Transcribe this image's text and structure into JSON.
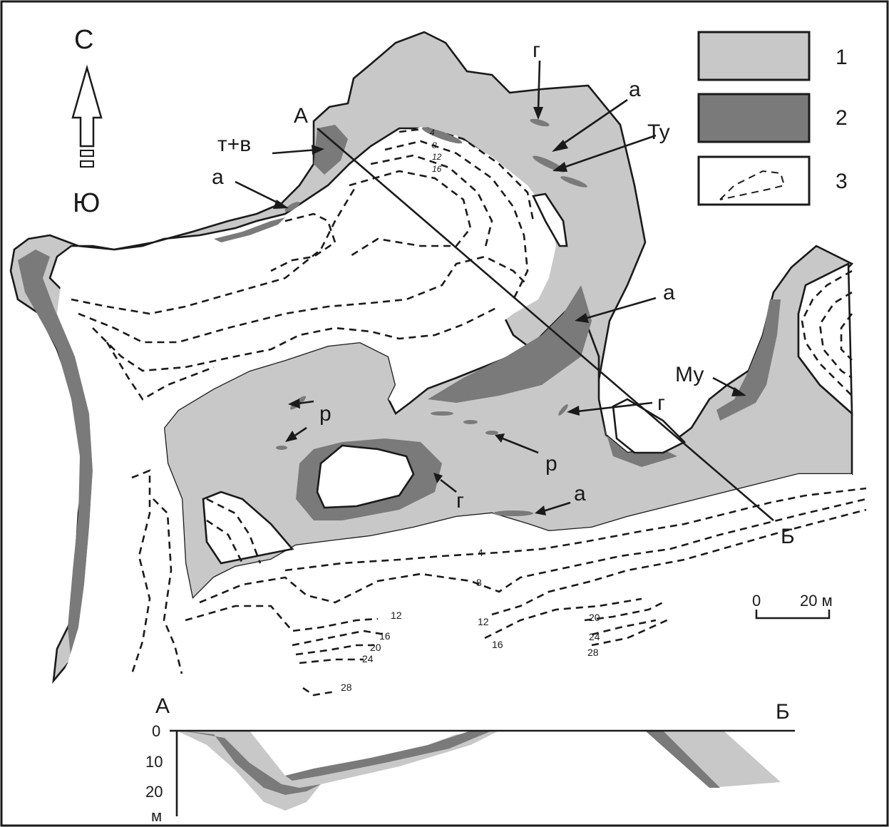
{
  "compass": {
    "north": "С",
    "south": "Ю"
  },
  "legend": [
    {
      "key": "1",
      "color": "#c8c8c8"
    },
    {
      "key": "2",
      "color": "#7a7a7a"
    },
    {
      "key": "3",
      "color": "#ffffff"
    }
  ],
  "colors": {
    "layer1": "#c8c8c8",
    "layer2": "#7a7a7a",
    "line": "#1a1a1a"
  },
  "map_labels": {
    "g_top": "г",
    "a_top_right": "а",
    "tu": "Ту",
    "a_left": "а",
    "t_plus_v": "т+в",
    "A_point": "А",
    "a_mid_right": "а",
    "mu": "Му",
    "g_right": "г",
    "r_left": "р",
    "r_mid": "р",
    "g_bottom": "г",
    "a_bottom": "а",
    "B_point": "Б"
  },
  "contours_north": [
    "4",
    "8",
    "12",
    "16"
  ],
  "contours_south": [
    "4",
    "8",
    "12",
    "12",
    "16",
    "16",
    "20",
    "20",
    "24",
    "24",
    "28",
    "28"
  ],
  "scale": {
    "start": "0",
    "end": "20 м"
  },
  "profile": {
    "start_label": "А",
    "end_label": "Б",
    "depth_ticks": [
      "0",
      "10",
      "20"
    ],
    "unit": "м"
  }
}
